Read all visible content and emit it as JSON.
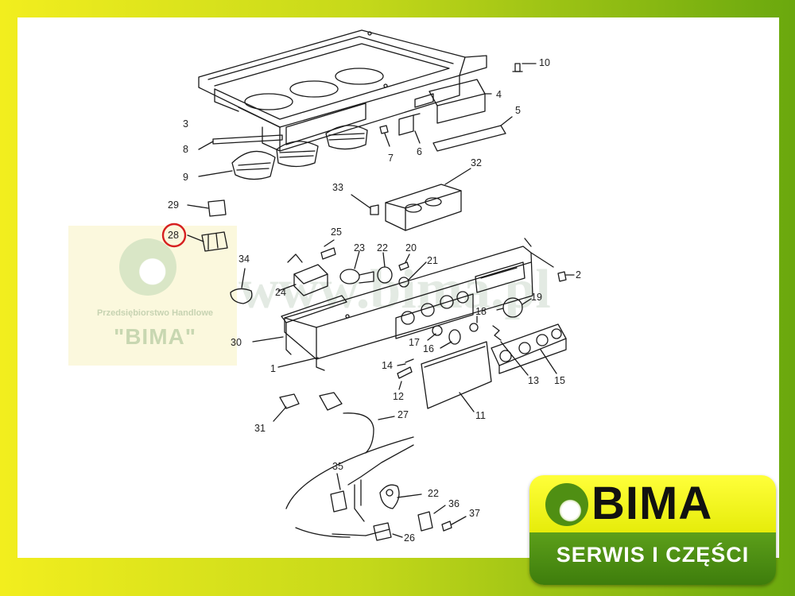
{
  "diagram": {
    "part_numbers": [
      "10",
      "4",
      "5",
      "3",
      "8",
      "9",
      "7",
      "6",
      "32",
      "33",
      "29",
      "28",
      "25",
      "23",
      "22",
      "20",
      "21",
      "34",
      "2",
      "24",
      "19",
      "30",
      "17",
      "16",
      "18",
      "1",
      "14",
      "13",
      "15",
      "12",
      "11",
      "31",
      "27",
      "35",
      "22",
      "36",
      "37",
      "26"
    ],
    "highlighted_part": "28"
  },
  "watermark": {
    "company_line": "Przedsiębiorstwo Handlowe",
    "company_name": "\"BIMA\"",
    "url_text": "www.bima.pl"
  },
  "logo": {
    "brand": "BIMA",
    "tagline": "SERWIS I CZĘŚCI"
  },
  "colors": {
    "frame_start": "#f2ee1e",
    "frame_end": "#6aa80e",
    "highlight_circle": "#d62020",
    "logo_yellow": "#f2f21a",
    "logo_green": "#4a8a12"
  }
}
